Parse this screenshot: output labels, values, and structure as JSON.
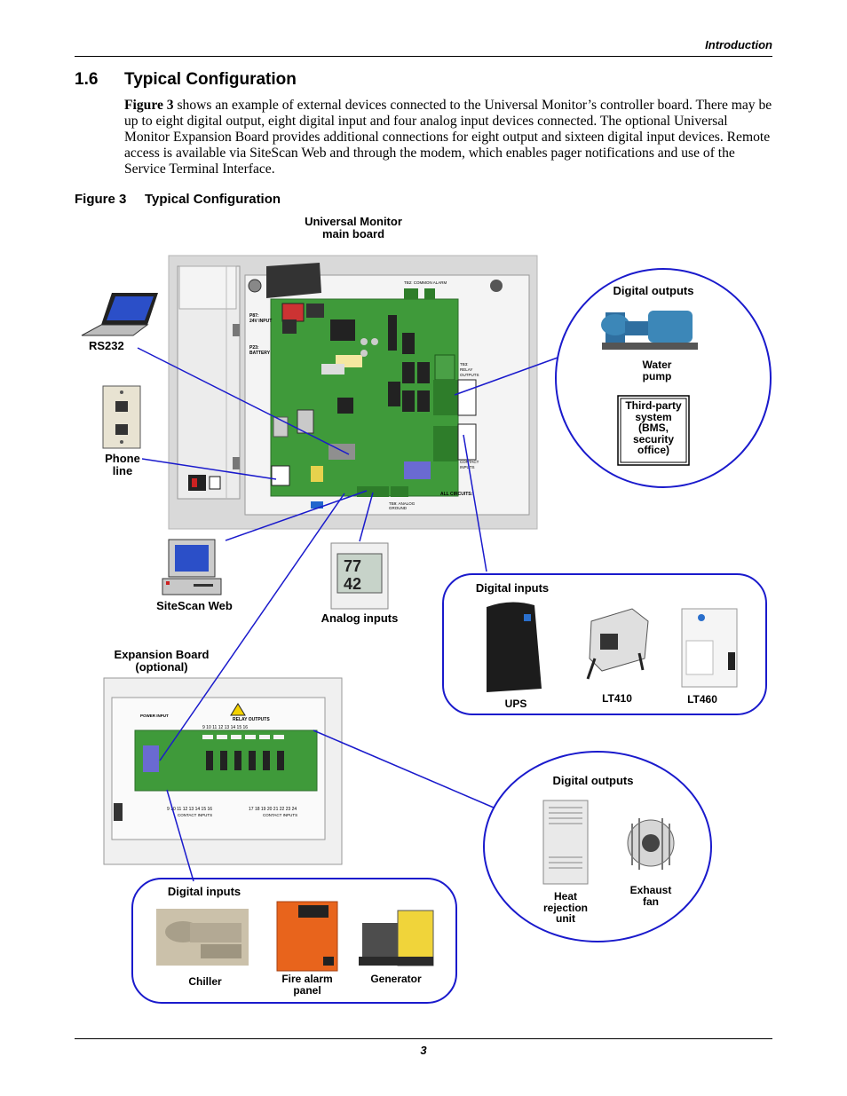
{
  "header": {
    "section": "Introduction"
  },
  "section": {
    "number": "1.6",
    "title": "Typical Configuration",
    "paragraph_lead": "Figure 3",
    "paragraph_rest": " shows an example of external devices connected to the Universal Monitor’s controller board. There may be up to eight digital output, eight digital input and four analog input devices connected. The optional Universal Monitor Expansion Board provides additional connections for eight output and sixteen digital input devices. Remote access is available via SiteScan Web and through the modem, which enables pager notifications and use of the Service Terminal Interface."
  },
  "figure": {
    "number": "Figure 3",
    "caption": "Typical Configuration",
    "main_board_line1": "Universal Monitor",
    "main_board_line2": "main board",
    "rs232": "RS232",
    "phone_line_1": "Phone",
    "phone_line_2": "line",
    "sitescan": "SiteScan Web",
    "analog_inputs": "Analog inputs",
    "expansion_line1": "Expansion Board",
    "expansion_line2": "(optional)",
    "digital_outputs_top": {
      "title": "Digital outputs",
      "water_pump_1": "Water",
      "water_pump_2": "pump",
      "third_party_1": "Third-party",
      "third_party_2": "system",
      "third_party_3": "(BMS,",
      "third_party_4": "security",
      "third_party_5": "office)"
    },
    "digital_inputs_mid": {
      "title": "Digital inputs",
      "ups": "UPS",
      "lt410": "LT410",
      "lt460": "LT460"
    },
    "digital_outputs_bottom": {
      "title": "Digital outputs",
      "heat_1": "Heat",
      "heat_2": "rejection",
      "heat_3": "unit",
      "exhaust_1": "Exhaust",
      "exhaust_2": "fan"
    },
    "digital_inputs_bottom": {
      "title": "Digital inputs",
      "chiller": "Chiller",
      "fire_1": "Fire alarm",
      "fire_2": "panel",
      "generator": "Generator"
    },
    "board_labels": {
      "p87": "P87:",
      "p87_sub": "24V INPUT",
      "p23": "P23:",
      "p23_sub": "BATTERY",
      "tb3": "TB3:",
      "tb3_sub1": "RELAY",
      "tb3_sub2": "OUTPUTS",
      "contact": "CONTACT",
      "inputs": "INPUTS",
      "all_circuits": "ALL CIRCUITS:",
      "tb9": "TB9: ANALOG",
      "ground": "GROUND",
      "tb2": "TB2: COMMON ALARM"
    },
    "expansion_labels": {
      "relay_outputs": "RELAY OUTPUTS",
      "power_input": "POWER INPUT",
      "contact_inputs_left": "CONTACT INPUTS",
      "contact_inputs_right": "CONTACT INPUTS",
      "relay_nums": "9   10   11   12   13   14   15   16",
      "input_nums_left": "9  10  11  12  13  14  15  16",
      "input_nums_right": "17  18  19  20  21  22  23  24"
    },
    "colors": {
      "connector": "#1a1acc",
      "board_green": "#3f9a3a"
    }
  },
  "footer": {
    "page": "3"
  }
}
